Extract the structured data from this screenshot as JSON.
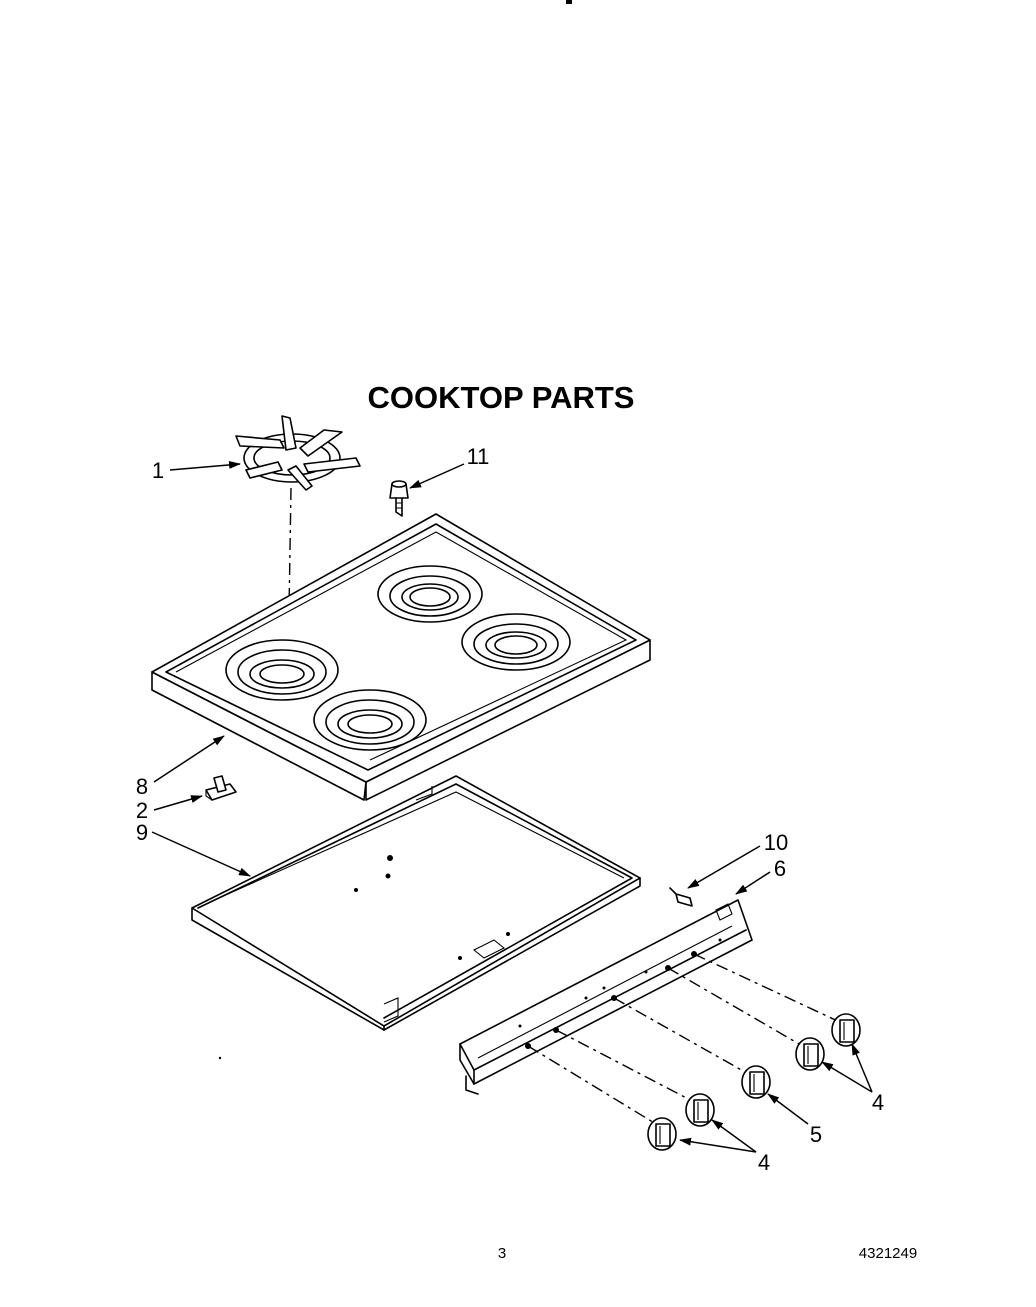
{
  "title": "COOKTOP PARTS",
  "page_number": "3",
  "document_number": "4321249",
  "callouts": {
    "c1": "1",
    "c2": "2",
    "c4a": "4",
    "c4b": "4",
    "c5": "5",
    "c6": "6",
    "c8": "8",
    "c9": "9",
    "c10": "10",
    "c11": "11"
  }
}
